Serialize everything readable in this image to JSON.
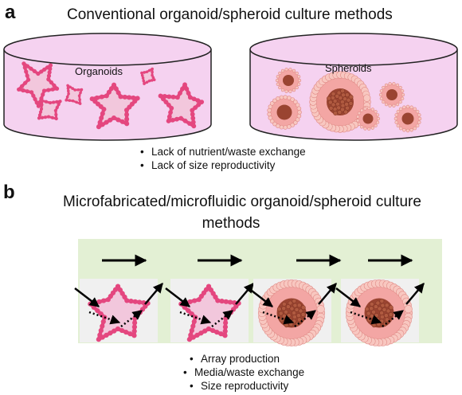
{
  "panel_a": {
    "letter": "a",
    "title": "Conventional organoid/spheroid culture methods",
    "dishes": [
      {
        "label": "Organoids"
      },
      {
        "label": "Spheroids"
      }
    ],
    "bullets": [
      "Lack of nutrient/waste exchange",
      "Lack of size reproductivity"
    ]
  },
  "panel_b": {
    "letter": "b",
    "title_line1": "Microfabricated/microfluidic organoid/spheroid culture",
    "title_line2": "methods",
    "bullets": [
      "Array production",
      "Media/waste exchange",
      "Size reproductivity"
    ]
  },
  "colors": {
    "dish_fill": "#f5d2f0",
    "dish_stroke": "#222222",
    "organoid_cell": "#e4477f",
    "organoid_lumen": "#f2c7dc",
    "spheroid_outer": "#f3a6a4",
    "spheroid_core": "#9a4431",
    "chip_fill": "#e3f0d4",
    "chamber_fill": "#f0f0f0"
  }
}
